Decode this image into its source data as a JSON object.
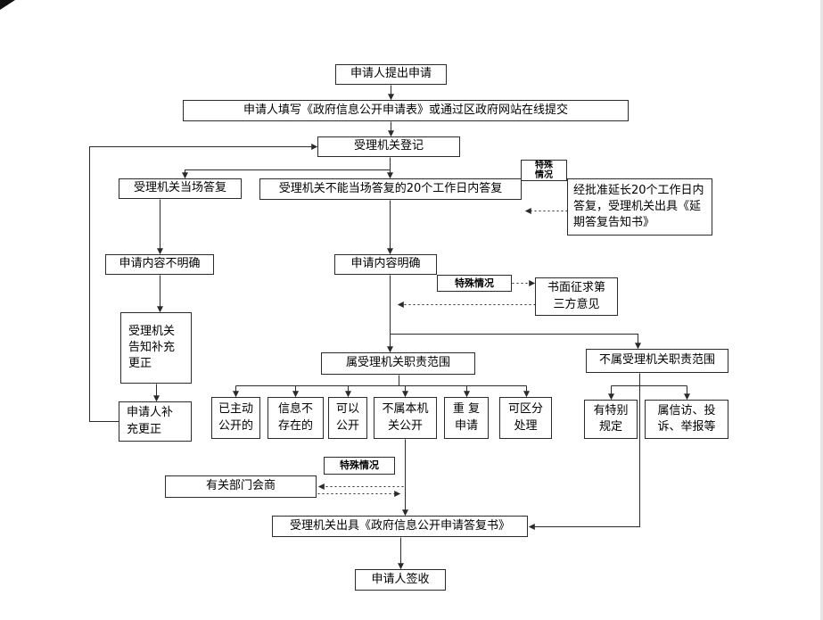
{
  "flowchart": {
    "nodes": {
      "start": "申请人提出申请",
      "fill_form": "申请人填写《政府信息公开申请表》或通过区政府网站在线提交",
      "register": "受理机关登记",
      "onspot_reply": "受理机关当场答复",
      "reply_within_20days": "受理机关不能当场答复的20个工作日内答复",
      "special_case_extension": "特殊情况",
      "extension": "经批准延长20个工作日内答复，受理机关出具《延期答复告知书》",
      "content_unclear": "申请内容不明确",
      "content_clear": "申请内容明确",
      "special_case_third_party": "特殊情况",
      "third_party_opinion": "书面征求第三方意见",
      "notify_supplement": "受理机关告知补充更正",
      "applicant_supplement": "申请人补充更正",
      "in_scope": "属受理机关职责范围",
      "out_of_scope": "不属受理机关职责范围",
      "already_public": "已主动公开的",
      "info_not_exist": "信息不存在的",
      "can_public": "可以公开",
      "not_this_organ": "不属本机关公开",
      "repeat_apply": "重 复申请",
      "separable_handle": "可区分处理",
      "special_rule": "有特别规定",
      "petition_complaint": "属信访、投诉、举报等",
      "special_case_consult": "特殊情况",
      "dept_consult": "有关部门会商",
      "reply_document": "受理机关出具《政府信息公开申请答复书》",
      "sign_receive": "申请人签收"
    }
  }
}
